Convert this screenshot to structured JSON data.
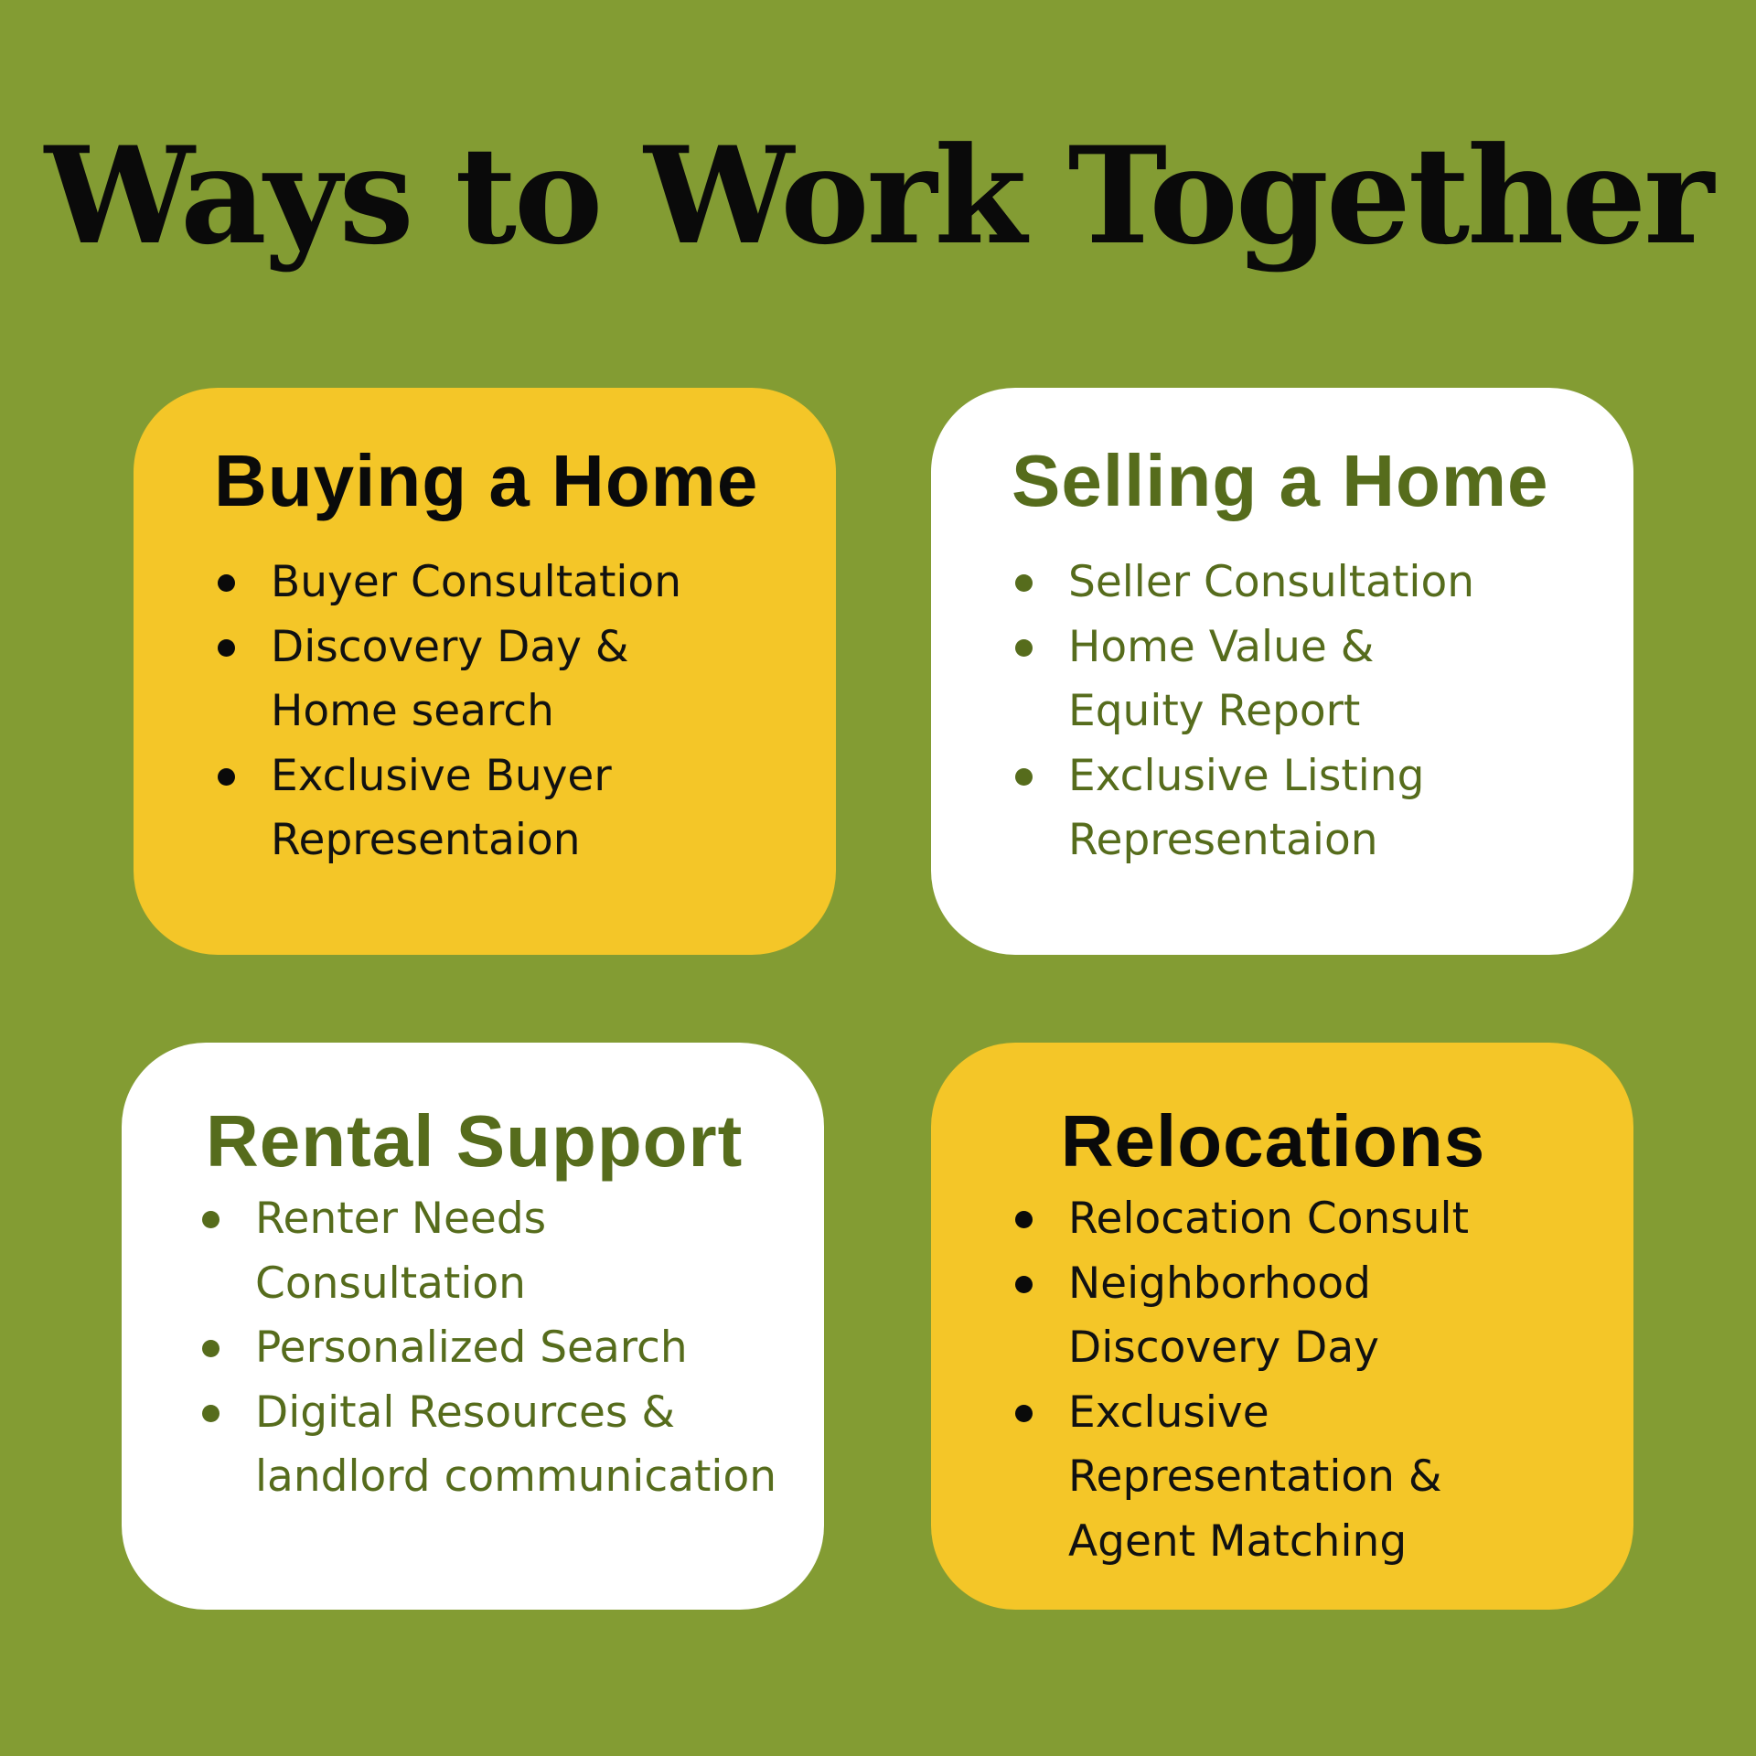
{
  "title": "Ways to Work Together",
  "colors": {
    "background": "#839c33",
    "yellow": "#f4c628",
    "white": "#ffffff",
    "olive_text": "#566c1c",
    "dark_text": "#0a0a0a"
  },
  "cards": [
    {
      "title": "Buying a Home",
      "items": [
        "Buyer Consultation",
        "Discovery Day &\nHome search",
        "Exclusive Buyer\nRepresentaion"
      ]
    },
    {
      "title": "Selling a Home",
      "items": [
        "Seller Consultation",
        "Home Value &\nEquity Report",
        "Exclusive Listing\nRepresentaion"
      ]
    },
    {
      "title": "Rental Support",
      "items": [
        "Renter Needs\nConsultation",
        "Personalized Search",
        "Digital Resources &\nlandlord communication"
      ]
    },
    {
      "title": "Relocations",
      "items": [
        "Relocation Consult",
        "Neighborhood\nDiscovery Day",
        "Exclusive\nRepresentation &\nAgent Matching"
      ]
    }
  ]
}
